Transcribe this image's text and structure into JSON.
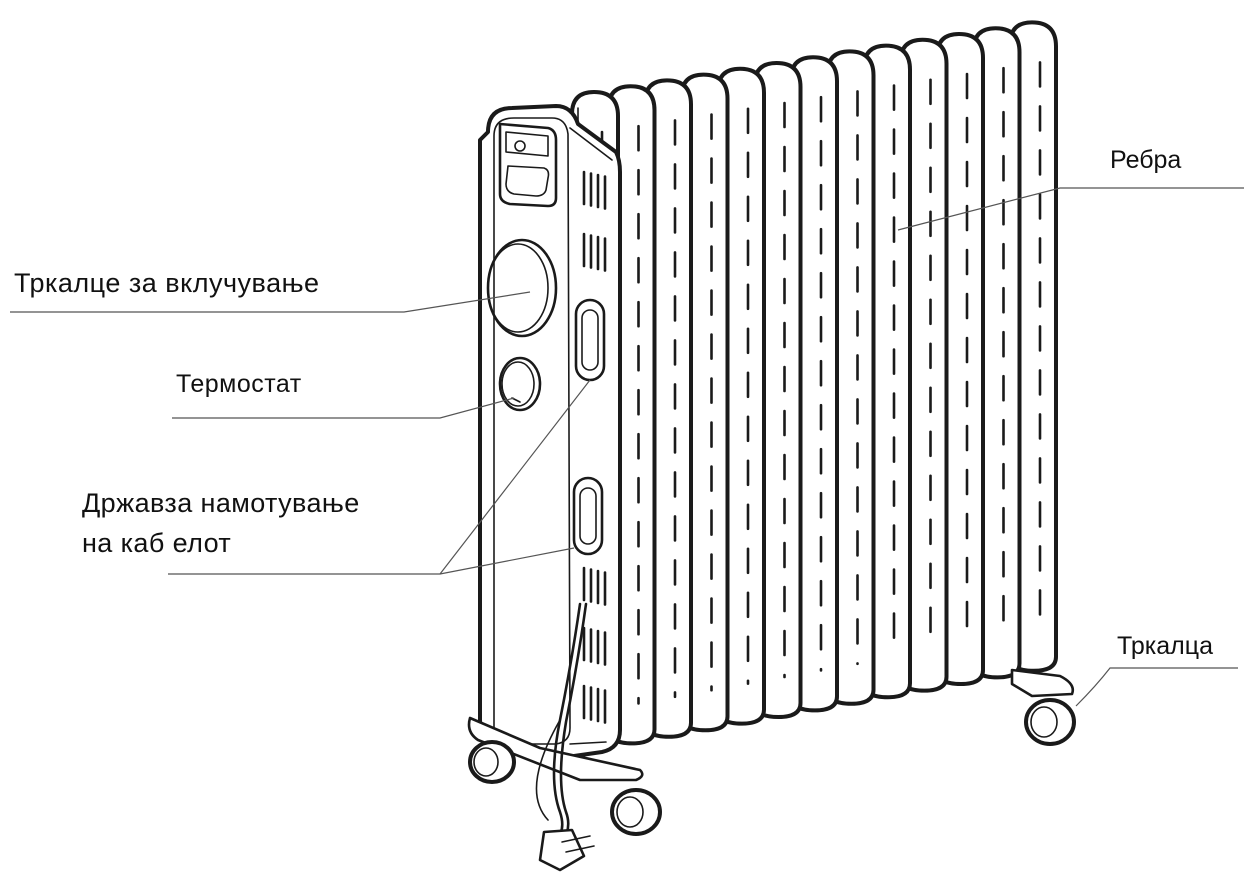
{
  "labels": {
    "power_switch": "Тркалце за  вклучување",
    "thermostat": "Термостат",
    "cord_holder_line1": "Државза намотување",
    "cord_holder_line2": "на каб елот",
    "fins": "Ребра",
    "wheels": "Тркалца"
  },
  "icons": {
    "power_switch_knob": "large-round-knob",
    "thermostat_knob": "small-round-knob",
    "cord_holder": "oval-cord-hook",
    "wheel": "caster-wheel",
    "plug": "power-plug"
  },
  "colors": {
    "line": "#1a1a1a",
    "leader": "#555555",
    "background": "#ffffff"
  }
}
